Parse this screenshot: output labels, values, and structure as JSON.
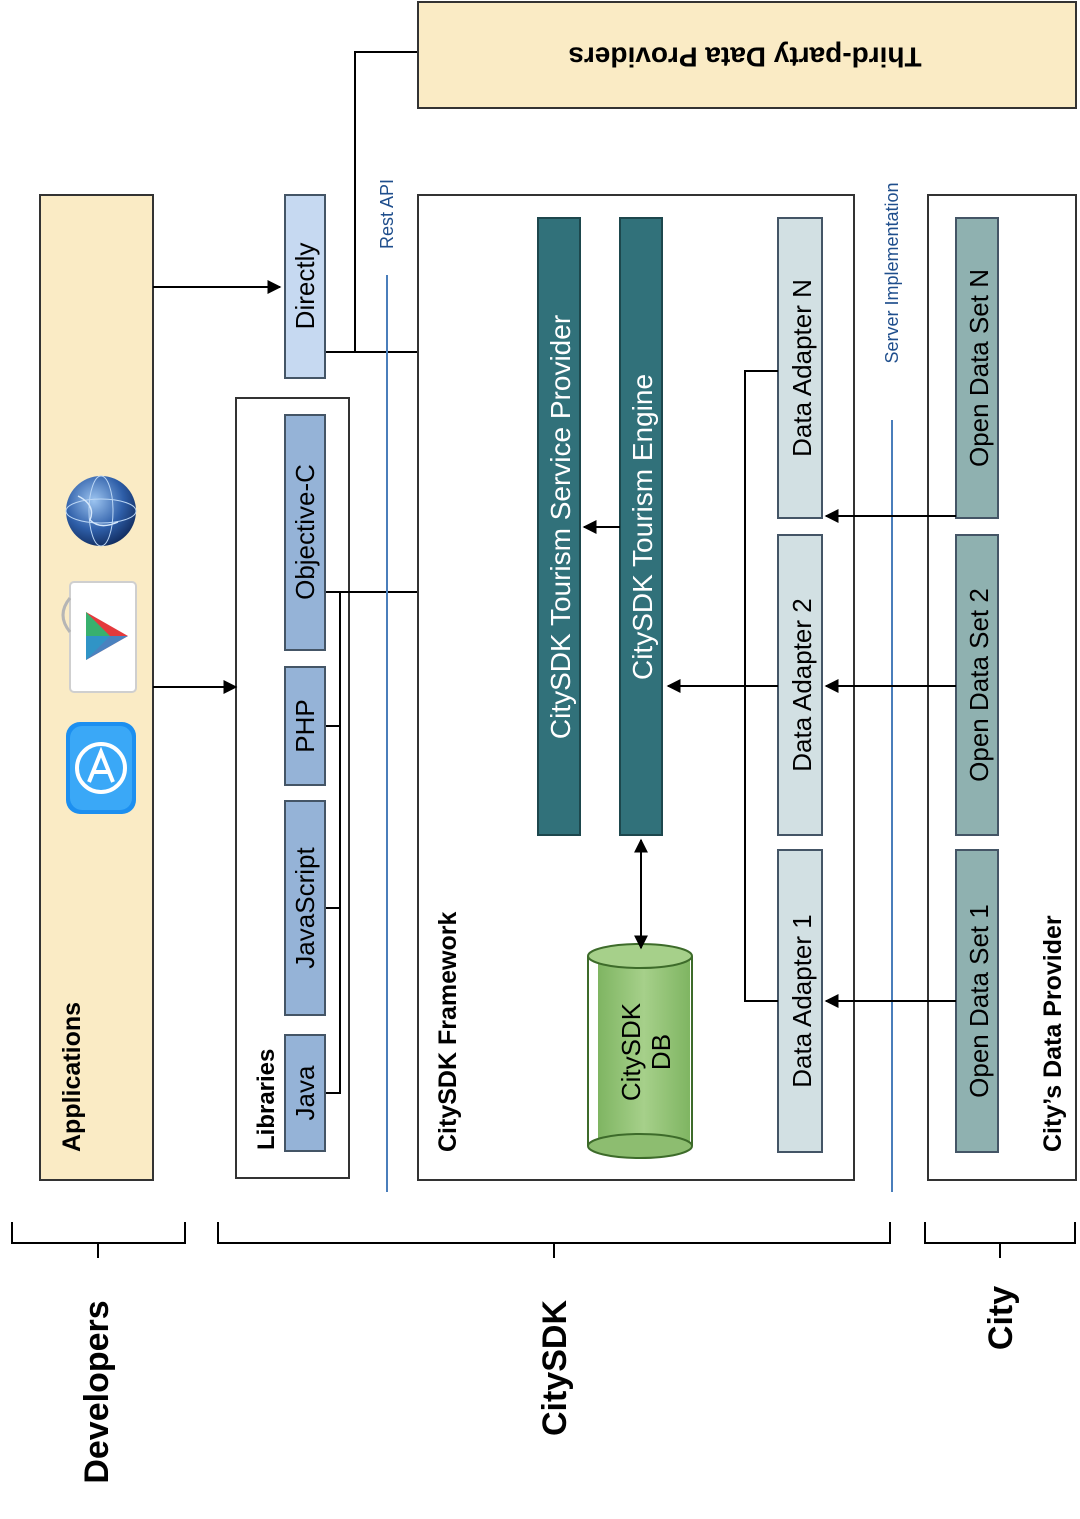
{
  "groups": {
    "developers": "Developers",
    "citysdk": "CitySDK",
    "city": "City"
  },
  "applications": {
    "title": "Applications",
    "icons": [
      "app-store-icon",
      "play-store-icon",
      "globe-icon"
    ]
  },
  "libraries": {
    "title": "Libraries",
    "items": [
      "Java",
      "JavaScript",
      "PHP",
      "Objective-C"
    ]
  },
  "directly": "Directly",
  "rest_api": "Rest API",
  "server_implementation": "Server Implementation",
  "framework": {
    "title": "CitySDK Framework",
    "service_provider": "CitySDK Tourism Service Provider",
    "engine": "CitySDK Tourism Engine",
    "db_line1": "CitySDK",
    "db_line2": "DB",
    "adapters": [
      "Data Adapter 1",
      "Data Adapter 2",
      "Data Adapter N"
    ]
  },
  "city_provider": {
    "title": "City’s Data Provider",
    "datasets": [
      "Open Data Set 1",
      "Open Data Set 2",
      "Open Data Set N"
    ]
  },
  "third_party": "Third-party Data Providers",
  "colors": {
    "applications_fill": "#faebc5",
    "library_fill": "#95b3d7",
    "directly_fill": "#c6d9f1",
    "teal_dark": "#31717a",
    "adapter_fill": "#d2e0e3",
    "dataset_fill": "#8fb1b0",
    "db_fill": "#96c67a",
    "divider_blue": "#4a7ebb"
  }
}
